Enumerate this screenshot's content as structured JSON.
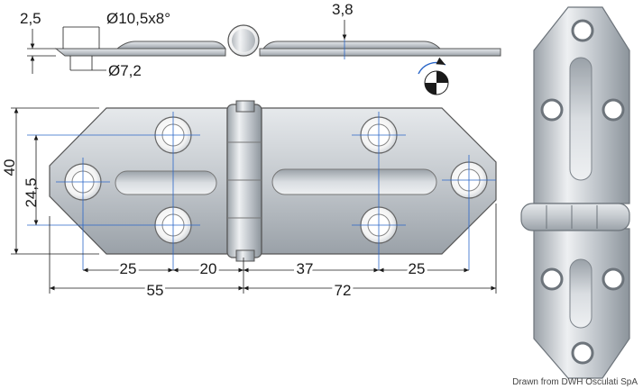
{
  "drawing": {
    "top_view": {
      "thickness": "2,5",
      "countersink": "Ø10,5x8°",
      "hole": "Ø7,2",
      "knuckle": "3,8"
    },
    "front_view": {
      "height": "40",
      "hole_pitch_vertical": "24,5",
      "dims_top_row": [
        "25",
        "20",
        "37",
        "25"
      ],
      "dims_bottom_row": [
        "55",
        "72"
      ]
    }
  },
  "credit": "Drawn from DWH Osculati SpA",
  "colors": {
    "steel": "#c9ced3",
    "steel_dark": "#8c949b",
    "dimension_line": "#1a1a1a",
    "center_line": "#2a66c8"
  }
}
